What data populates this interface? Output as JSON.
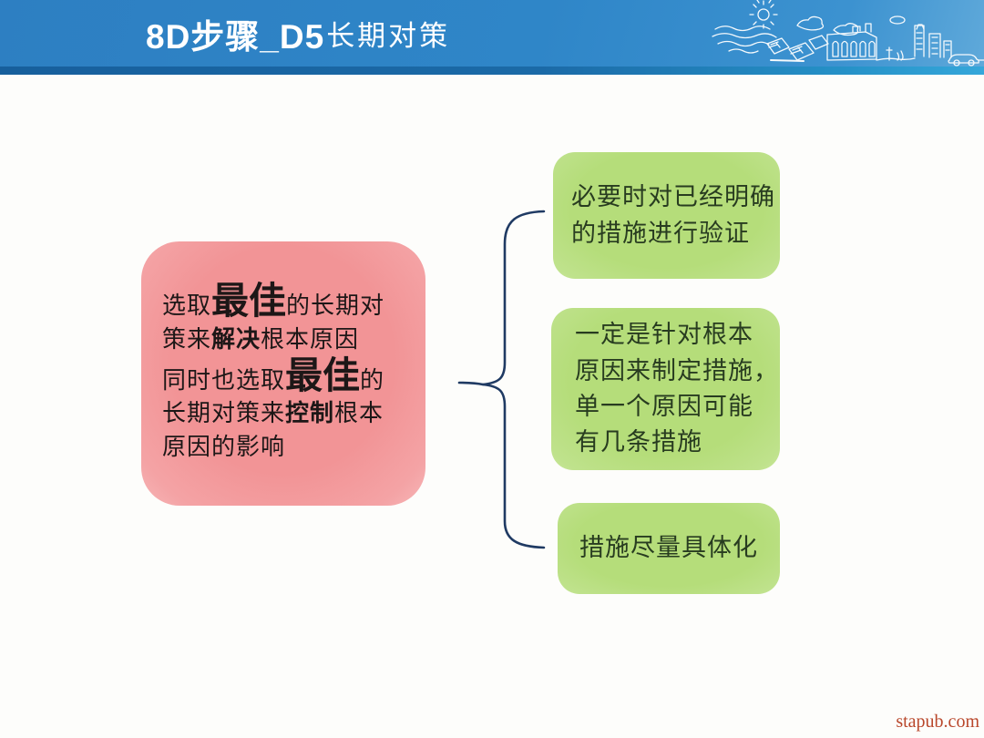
{
  "header": {
    "title_strong": "8D步骤_D5",
    "title_rest": "长期对策",
    "illustration": [
      "sun",
      "clouds",
      "water-waves",
      "solar-panels",
      "factory",
      "power-lines",
      "city-buildings",
      "car"
    ]
  },
  "pink_box": {
    "l1_pre": "选取",
    "l1_big": "最佳",
    "l1_post": "的长期对",
    "l2_pre": "策来",
    "l2_bold": "解决",
    "l2_post": "根本原因",
    "l3_pre": "同时也选取",
    "l3_big": "最佳",
    "l3_post": "的",
    "l4_pre": "长期对策来",
    "l4_bold": "控制",
    "l4_post": "根本",
    "l5": "原因的影响"
  },
  "green_boxes": [
    {
      "lines": [
        "必要时对已经明确",
        "的措施进行验证"
      ]
    },
    {
      "lines": [
        "一定是针对根本",
        "原因来制定措施，",
        "单一个原因可能",
        "有几条措施"
      ]
    },
    {
      "lines": [
        "措施尽量具体化"
      ]
    }
  ],
  "footer": {
    "watermark": "stapub.com"
  },
  "colors": {
    "header_blue": "#2f86c8",
    "header_strip_left": "#175f9c",
    "header_strip_right": "#35a7da",
    "pink_fill": "#f29496",
    "green_fill": "#b5dd7a",
    "brace_navy": "#1f3a63",
    "watermark_red": "#b9472b"
  }
}
